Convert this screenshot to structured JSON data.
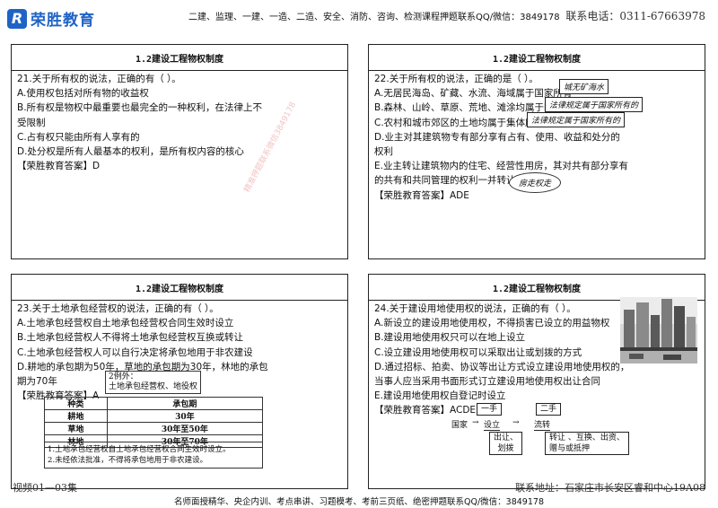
{
  "header": {
    "logo_glyph": "R",
    "logo_text": "荣胜教育",
    "center_text": "二建、监理、一建、一造、二造、安全、消防、咨询、检测课程押题联系QQ/微信：3849178",
    "right_text": "联系电话：0311-67663978"
  },
  "panels": [
    {
      "title": "1.2建设工程物权制度",
      "question": "21.关于所有权的说法，正确的有（  ）。",
      "options": [
        "A.使用权包括对所有物的收益权",
        "B.所有权是物权中最重要也最完全的一种权利，在法律上不",
        "受限制",
        "C.占有权只能由所有人享有的",
        "D.处分权是所有人最基本的权利，是所有权内容的核心"
      ],
      "answer": "【荣胜教育答案】D"
    },
    {
      "title": "1.2建设工程物权制度",
      "question": "22.关于所有权的说法，正确的是（  ）。",
      "options": [
        "A.无居民海岛、矿藏、水流、海域属于国家所有",
        "B.森林、山岭、草原、荒地、滩涂均属于国家所有",
        "C.农村和城市郊区的土地均属于集体所有",
        "D.业主对其建筑物专有部分享有占有、使用、收益和处分的",
        "权利",
        "E.业主转让建筑物内的住宅、经营性用房，其对共有部分享有",
        "的共有和共同管理的权利一并转让"
      ],
      "answer": "【荣胜教育答案】ADE",
      "notes": [
        "城无矿海水",
        "法律规定属于国家所有的",
        "法律规定属于国家所有的",
        "房走权走"
      ]
    },
    {
      "title": "1.2建设工程物权制度",
      "question": "23.关于土地承包经营权的说法，正确的有（  ）。",
      "options": [
        "A.土地承包经营权自土地承包经营权合同生效时设立",
        "B.土地承包经营权人不得将土地承包经营权互换或转让",
        "C.土地承包经营权人可以自行决定将承包地用于非农建设",
        "D.耕地的承包期为50年，草地的承包期为30年，林地的承包",
        "期为70年"
      ],
      "answer": "【荣胜教育答案】A",
      "bracket_note": [
        "2例外：",
        "土地承包经营权、地役权"
      ],
      "table": {
        "headers": [
          "种类",
          "承包期"
        ],
        "rows": [
          [
            "耕地",
            "30年"
          ],
          [
            "草地",
            "30年至50年"
          ],
          [
            "林地",
            "30年至70年"
          ]
        ]
      },
      "table_notes": [
        "1.土地承包经营权自土地承包经营权合同生效时设立。",
        "2.未经依法批准，不得将承包地用于非农建设。"
      ]
    },
    {
      "title": "1.2建设工程物权制度",
      "question": "24.关于建设用地使用权的说法，正确的有（  ）。",
      "options": [
        "A.新设立的建设用地使用权，不得损害已设立的用益物权",
        "B.建设用地使用权只可以在地上设立",
        "C.设立建设用地使用权可以采取出让或划拨的方式",
        "D.通过招标、拍卖、协议等出让方式设立建设用地使用权的，",
        "当事人应当采用书面形式订立建设用地使用权出让合同",
        "E.建设用地使用权自登记时设立"
      ],
      "answer": "【荣胜教育答案】ACDE",
      "diagram": {
        "primary": "一手",
        "secondary": "二手",
        "party": "国家",
        "setup": "设立",
        "circulate": "流转",
        "setup_methods": [
          "出让、",
          "划拨"
        ],
        "circulate_methods": [
          "转让 、互换、出资、",
          "赠与或抵押"
        ]
      }
    }
  ],
  "footer": {
    "left": "视频01—03集",
    "right": "联系地址：石家庄市长安区睿和中心19A08",
    "center": "名师面授精华、央企内训、考点串讲、习题模考、考前三页纸、绝密押题联系QQ/微信：3849178"
  },
  "watermark": "精准押题联系微信3849178"
}
